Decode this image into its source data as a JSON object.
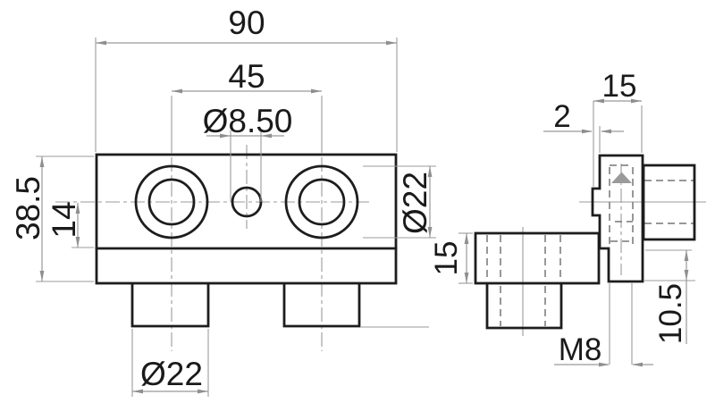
{
  "drawing_type": "mechanical-dimension-drawing",
  "views": {
    "front": {
      "overall_width": "90",
      "hole_spacing": "45",
      "small_hole_diameter": "Ø8.50",
      "overall_height": "38.5",
      "center_height": "14",
      "large_hole_diameter": "Ø22",
      "bottom_boss_diameter": "Ø22"
    },
    "side": {
      "arm_depth": "15",
      "step_depth": "2",
      "plate_thickness": "15",
      "boss_height": "10.5",
      "thread_size": "M8"
    }
  },
  "colors": {
    "background": "#ffffff",
    "outline": "#1d1d1d",
    "dimension_lines": "#999999",
    "hidden_lines": "#777777",
    "text": "#1a1a1a"
  }
}
